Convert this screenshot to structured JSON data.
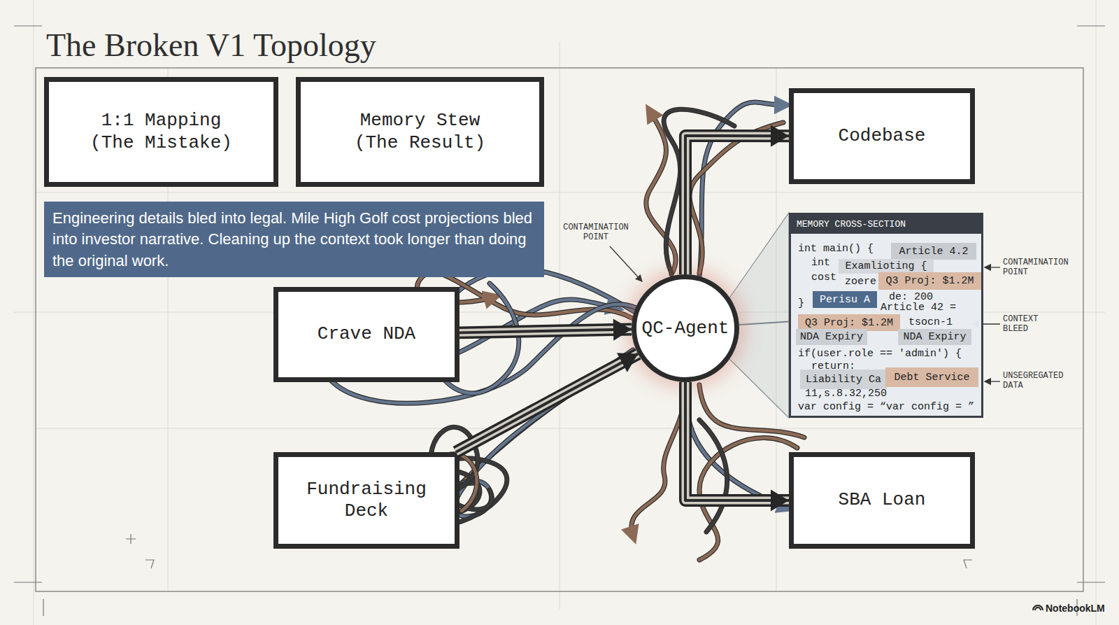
{
  "diagram": {
    "title": "The Broken V1 Topology",
    "nodes": [
      {
        "text": [
          "1:1 Mapping (The Mistake)"
        ]
      },
      {
        "text": [
          "Memory Stew (The Result)"
        ]
      },
      {
        "text": [
          "Codebase"
        ]
      },
      {
        "text": [
          "Engineering details bled into legal. Mile High Golf cost projections bled into investor narrative. Cleaning up the context took longer than doing the original work."
        ]
      },
      {
        "text": [
          "MEMORY CROSS-SECTION",
          "int main() {",
          "int",
          "cost",
          "zoere",
          "de: 200",
          "}",
          "Article 42 =",
          "tsocn-1",
          "if(user.role == 'admin') {",
          "return:",
          "11,s.8.32,250",
          "var config = “var config = ”"
        ]
      },
      {
        "text": [
          "Article 4.2"
        ],
        "in": 4
      },
      {
        "text": [
          "Examlioting {"
        ],
        "in": 4
      },
      {
        "text": [
          "Q3 Proj: $1.2M"
        ],
        "in": 4
      },
      {
        "text": [
          "Perisu A"
        ],
        "in": 4
      },
      {
        "text": [
          "Q3 Proj: $1.2M"
        ],
        "in": 4
      },
      {
        "text": [
          "NDA Expiry"
        ],
        "in": 4
      },
      {
        "text": [
          "NDA Expiry"
        ],
        "in": 4
      },
      {
        "text": [
          "Liability Ca"
        ],
        "in": 4
      },
      {
        "text": [
          "Debt Service"
        ],
        "in": 4
      },
      {
        "text": [
          "Crave NDA"
        ]
      },
      {
        "text": [
          "QC-Agent"
        ]
      },
      {
        "text": [
          "Fundraising Deck"
        ]
      },
      {
        "text": [
          "SBA Loan"
        ]
      }
    ],
    "edges": [
      {
        "from": 14,
        "to": 15,
        "arrow": "to"
      },
      {
        "from": 16,
        "to": 15,
        "arrow": "to"
      },
      {
        "from": 15,
        "to": 2,
        "arrow": "to"
      },
      {
        "from": 15,
        "to": 17,
        "arrow": "to"
      },
      {
        "from": 15,
        "to": 4,
        "arrow": "none"
      }
    ],
    "labels": [
      "CONTAMINATION POINT",
      "CONTAMINATION POINT",
      "CONTEXT BLEED",
      "UNSEGREGATED DATA",
      "NotebookLM"
    ]
  }
}
